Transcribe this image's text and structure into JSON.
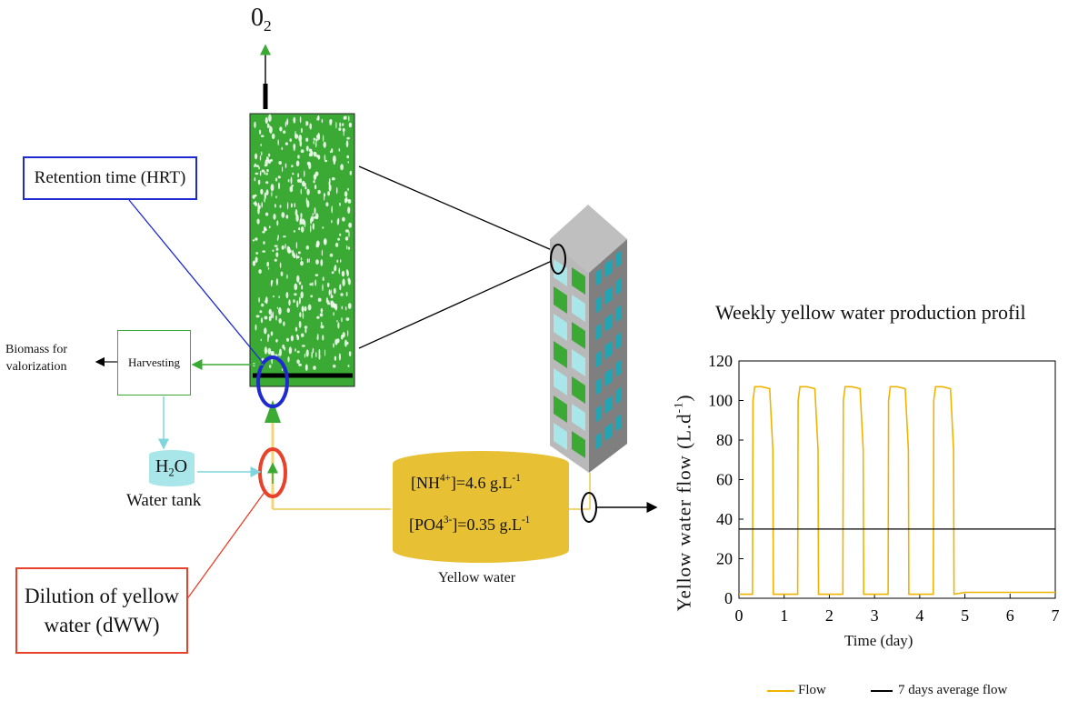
{
  "diagram": {
    "o2_label": "0",
    "o2_sub": "2",
    "hrt_label": "Retention time (HRT)",
    "biomass_line1": "Biomass for",
    "biomass_line2": "valorization",
    "harvesting_label": "Harvesting",
    "h2o_main": "H",
    "h2o_sub": "2",
    "h2o_end": "O",
    "water_tank_label": "Water tank",
    "dilution_line1": "Dilution of yellow",
    "dilution_line2": "water (dWW)",
    "nh_open": "[NH",
    "nh_sup": "4+",
    "nh_value": "]=4.6 g.L",
    "nh_unit_sup": "-1",
    "po_open": "[PO4",
    "po_sup": "3-",
    "po_value": "]=0.35 g.L",
    "po_unit_sup": "-1",
    "yellow_water_label": "Yellow water",
    "colors": {
      "reactor_green": "#3aaa35",
      "hrt_blue": "#1f2bd0",
      "dilution_red": "#e8422a",
      "harvest_green": "#3aaa35",
      "water_cyan": "#a8e6ea",
      "tank_gold": "#e8c034"
    },
    "icons": [
      "building-icon",
      "photobioreactor-icon",
      "water-tank-icon",
      "yellow-water-tank-icon"
    ]
  },
  "chart_data": {
    "type": "line",
    "title": "Weekly yellow water production profil",
    "xlabel": "Time (day)",
    "ylabel_main": "Yellow water flow (L.d",
    "ylabel_sup": "-1",
    "ylabel_end": ")",
    "xlim": [
      0,
      7
    ],
    "ylim": [
      0,
      120
    ],
    "xticks": [
      0,
      1,
      2,
      3,
      4,
      5,
      6,
      7
    ],
    "yticks": [
      0,
      20,
      40,
      60,
      80,
      100,
      120
    ],
    "series": [
      {
        "name": "Flow",
        "color": "#f0b400",
        "x": [
          0,
          0.3,
          0.31,
          0.35,
          0.5,
          0.68,
          0.75,
          0.76,
          1.0,
          1.3,
          1.31,
          1.35,
          1.5,
          1.68,
          1.75,
          1.76,
          2.0,
          2.3,
          2.31,
          2.35,
          2.5,
          2.68,
          2.75,
          2.76,
          3.0,
          3.3,
          3.31,
          3.35,
          3.5,
          3.68,
          3.75,
          3.76,
          4.0,
          4.3,
          4.31,
          4.35,
          4.5,
          4.68,
          4.75,
          4.76,
          5.0,
          6.0,
          7.0
        ],
        "y": [
          2,
          2,
          100,
          107,
          107,
          106,
          75,
          2,
          2,
          2,
          100,
          107,
          107,
          106,
          75,
          2,
          2,
          2,
          100,
          107,
          107,
          106,
          75,
          2,
          2,
          2,
          100,
          107,
          107,
          106,
          75,
          2,
          2,
          2,
          100,
          107,
          107,
          106,
          75,
          2,
          3,
          3,
          3
        ]
      },
      {
        "name": "7 days average flow",
        "color": "#000000",
        "x": [
          0,
          7
        ],
        "y": [
          35,
          35
        ]
      }
    ],
    "legend": "bottom",
    "grid": false
  }
}
